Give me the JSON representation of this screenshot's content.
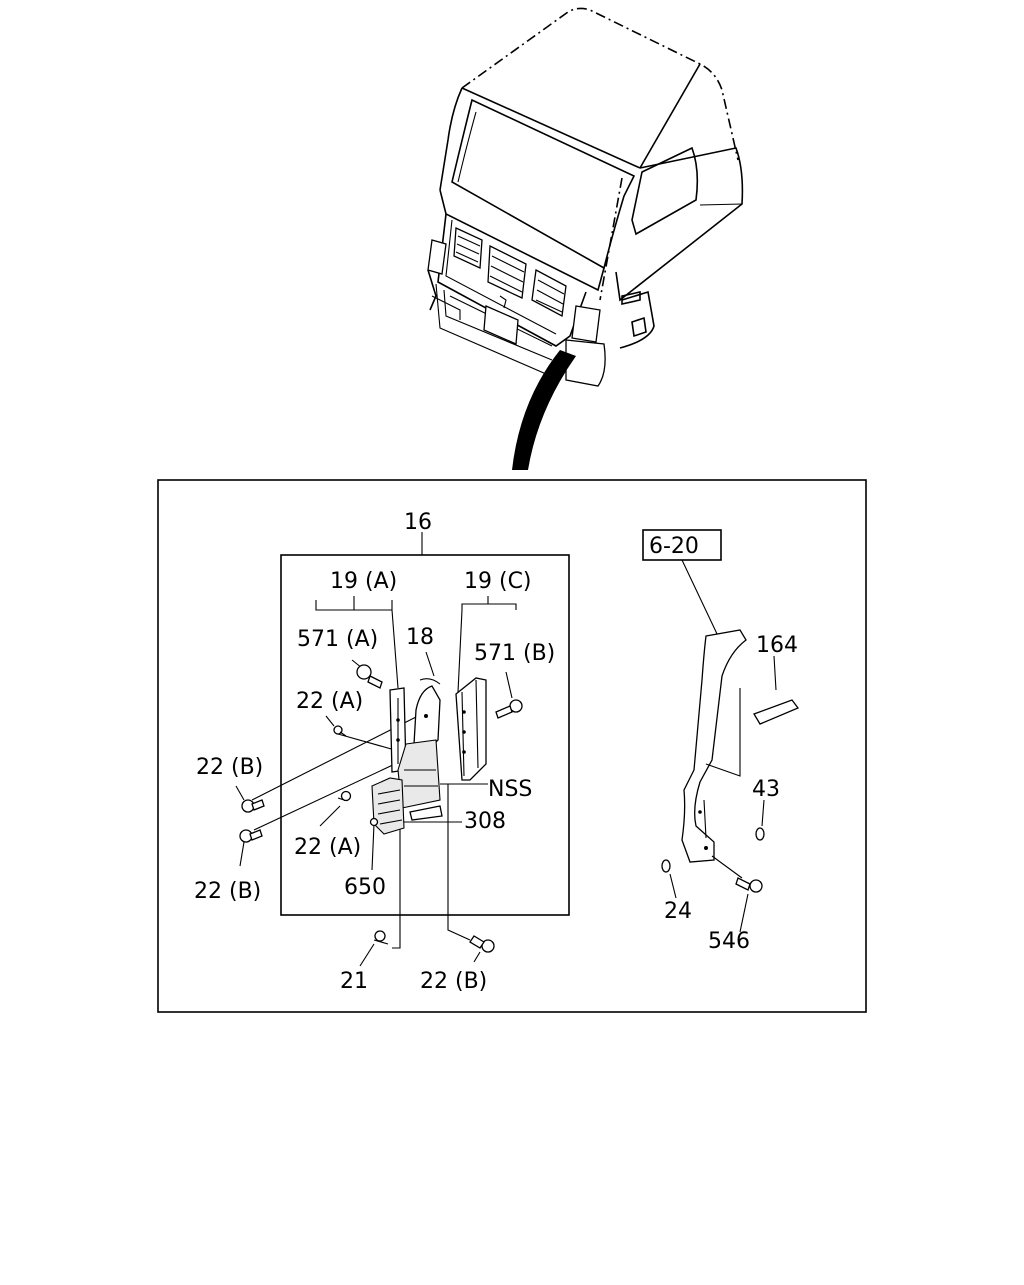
{
  "diagram": {
    "callouts": {
      "c16": "16",
      "c19a": "19 (A)",
      "c19c": "19 (C)",
      "c571a": "571 (A)",
      "c18": "18",
      "c571b": "571 (B)",
      "c22a_top": "22 (A)",
      "c22b_left1": "22 (B)",
      "c22b_left2": "22 (B)",
      "cNSS": "NSS",
      "c308": "308",
      "c22a_low": "22 (A)",
      "c650": "650",
      "c21": "21",
      "c22b_bottom": "22 (B)",
      "c620": "6-20",
      "c164": "164",
      "c43": "43",
      "c24": "24",
      "c546": "546"
    }
  }
}
